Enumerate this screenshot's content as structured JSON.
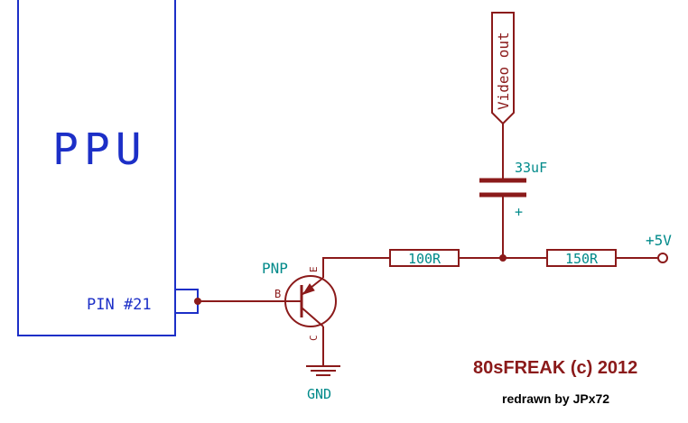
{
  "chip": {
    "label": "PPU",
    "pin_label": "PIN #21"
  },
  "transistor": {
    "label": "PNP",
    "pin_base": "B",
    "pin_emitter": "E",
    "pin_collector": "C"
  },
  "ground": {
    "label": "GND"
  },
  "resistors": {
    "r1": "100R",
    "r2": "150R"
  },
  "capacitor": {
    "label": "33uF",
    "polarity": "+"
  },
  "supply": {
    "label": "+5V"
  },
  "output": {
    "label": "Video out"
  },
  "credits": {
    "copyright": "80sFREAK (c) 2012",
    "redrawn": "redrawn by JPx72"
  },
  "colors": {
    "component": "#1c2fc7",
    "wire": "#8b1a1a",
    "pin_text": "#1c2fc7",
    "net_text": "#008a8a",
    "credit": "#8b1a1a"
  }
}
